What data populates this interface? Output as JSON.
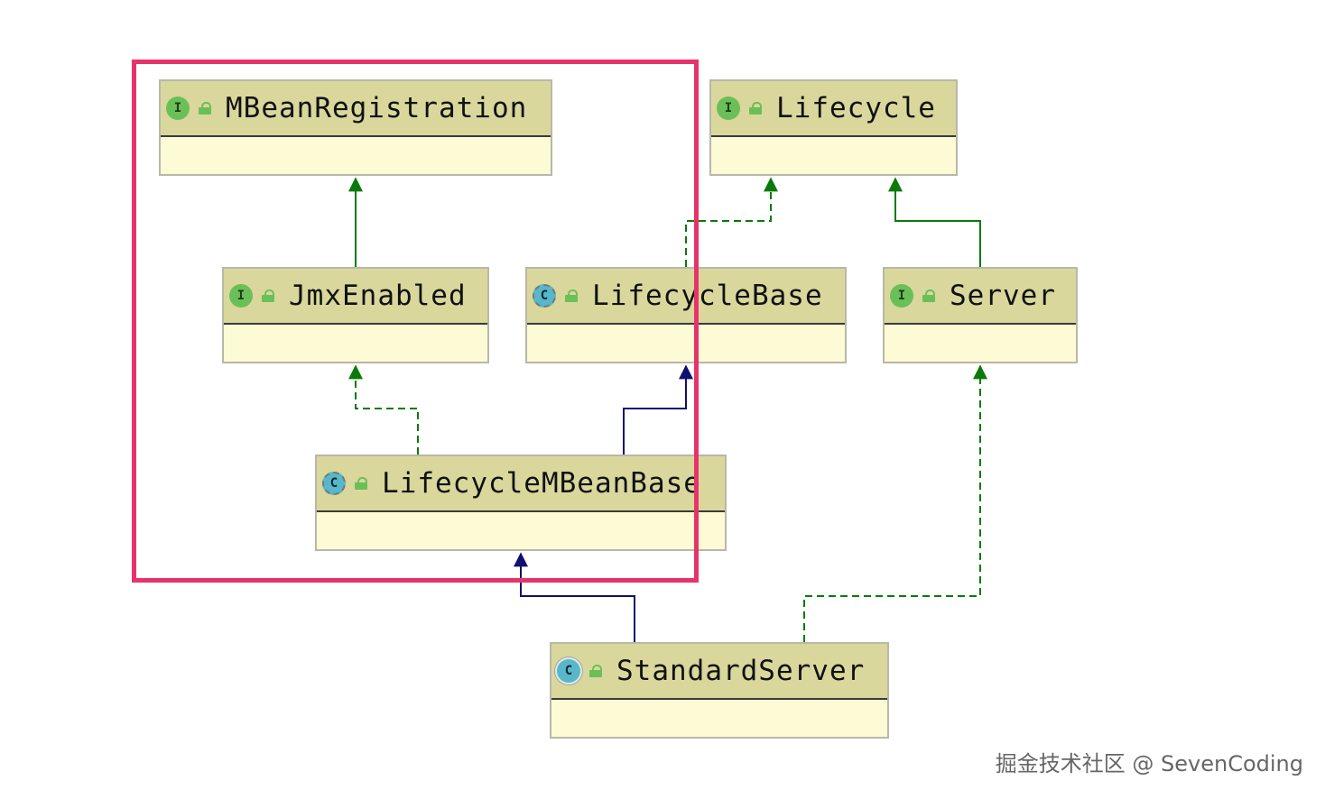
{
  "nodes": [
    {
      "id": "mbean-registration",
      "kind": "interface",
      "badge": "I",
      "name": "MBeanRegistration"
    },
    {
      "id": "lifecycle",
      "kind": "interface",
      "badge": "I",
      "name": "Lifecycle"
    },
    {
      "id": "jmx-enabled",
      "kind": "interface",
      "badge": "I",
      "name": "JmxEnabled"
    },
    {
      "id": "lifecycle-base",
      "kind": "abstract-class",
      "badge": "C",
      "name": "LifecycleBase"
    },
    {
      "id": "server",
      "kind": "interface",
      "badge": "I",
      "name": "Server"
    },
    {
      "id": "lifecycle-mbean-base",
      "kind": "abstract-class",
      "badge": "C",
      "name": "LifecycleMBeanBase"
    },
    {
      "id": "standard-server",
      "kind": "class",
      "badge": "C",
      "name": "StandardServer"
    }
  ],
  "edges": [
    {
      "from": "jmx-enabled",
      "to": "mbean-registration",
      "type": "extends",
      "style": "solid",
      "color": "#0a7a0a"
    },
    {
      "from": "lifecycle-base",
      "to": "lifecycle",
      "type": "implements",
      "style": "dashed",
      "color": "#0a7a0a"
    },
    {
      "from": "server",
      "to": "lifecycle",
      "type": "extends",
      "style": "solid",
      "color": "#0a7a0a"
    },
    {
      "from": "lifecycle-mbean-base",
      "to": "jmx-enabled",
      "type": "implements",
      "style": "dashed",
      "color": "#0a7a0a"
    },
    {
      "from": "lifecycle-mbean-base",
      "to": "lifecycle-base",
      "type": "extends",
      "style": "solid",
      "color": "#10106e"
    },
    {
      "from": "standard-server",
      "to": "lifecycle-mbean-base",
      "type": "extends",
      "style": "solid",
      "color": "#10106e"
    },
    {
      "from": "standard-server",
      "to": "server",
      "type": "implements",
      "style": "dashed",
      "color": "#0a7a0a"
    }
  ],
  "highlight_color": "#e8336a",
  "watermark": "掘金技术社区 @ SevenCoding"
}
